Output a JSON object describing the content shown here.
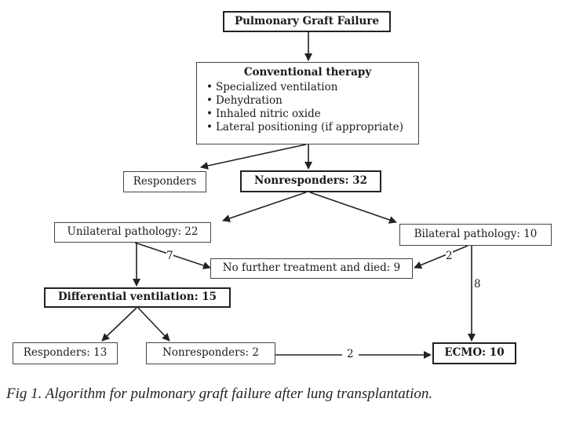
{
  "nodes": {
    "graft_failure": "Pulmonary Graft Failure",
    "conventional_title": "Conventional therapy",
    "conventional_items": [
      "Specialized ventilation",
      "Dehydration",
      "Inhaled nitric oxide",
      "Lateral positioning (if appropriate)"
    ],
    "responders": "Responders",
    "nonresponders_32": "Nonresponders: 32",
    "unilateral": "Unilateral pathology: 22",
    "bilateral": "Bilateral pathology: 10",
    "no_further": "No further treatment and died: 9",
    "differential": "Differential ventilation: 15",
    "responders_13": "Responders: 13",
    "nonresponders_2": "Nonresponders: 2",
    "ecmo": "ECMO: 10"
  },
  "edge_labels": {
    "unilateral_to_died": "7",
    "bilateral_to_died": "2",
    "bilateral_to_ecmo": "8",
    "nonresponders_to_ecmo": "2"
  },
  "caption": "Fig 1.  Algorithm for pulmonary graft failure after lung transplantation."
}
